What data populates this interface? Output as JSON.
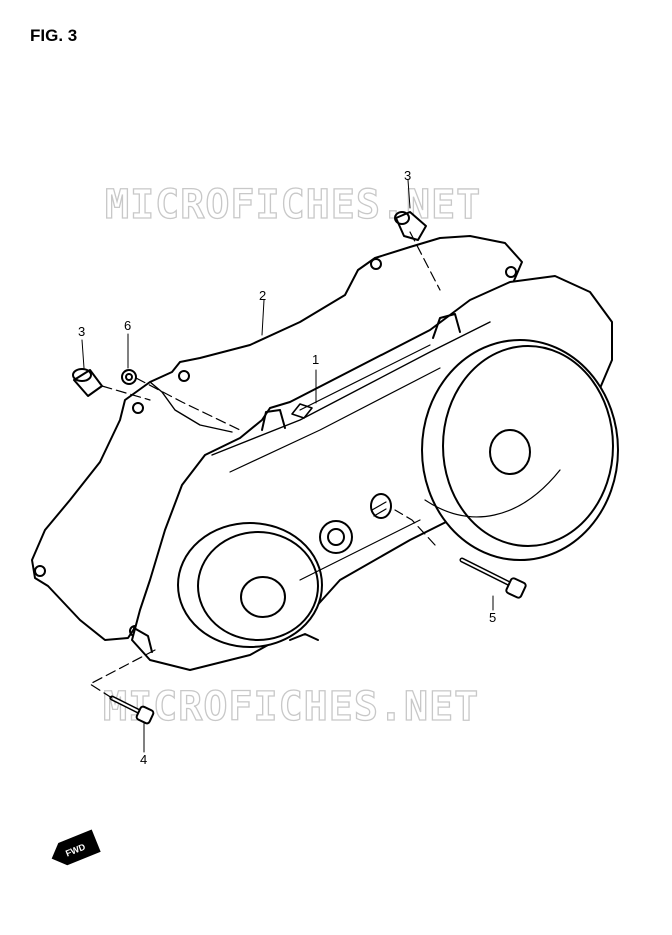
{
  "figure": {
    "title": "FIG. 3"
  },
  "watermark": {
    "text": "MICROFICHES.NET"
  },
  "callouts": [
    {
      "id": "c1",
      "label": "1"
    },
    {
      "id": "c2",
      "label": "2"
    },
    {
      "id": "c3a",
      "label": "3"
    },
    {
      "id": "c3b",
      "label": "3"
    },
    {
      "id": "c4",
      "label": "4"
    },
    {
      "id": "c5",
      "label": "5"
    },
    {
      "id": "c6",
      "label": "6"
    }
  ],
  "direction_badge": {
    "text": "FWD",
    "icon": "forward-arrow-icon"
  }
}
